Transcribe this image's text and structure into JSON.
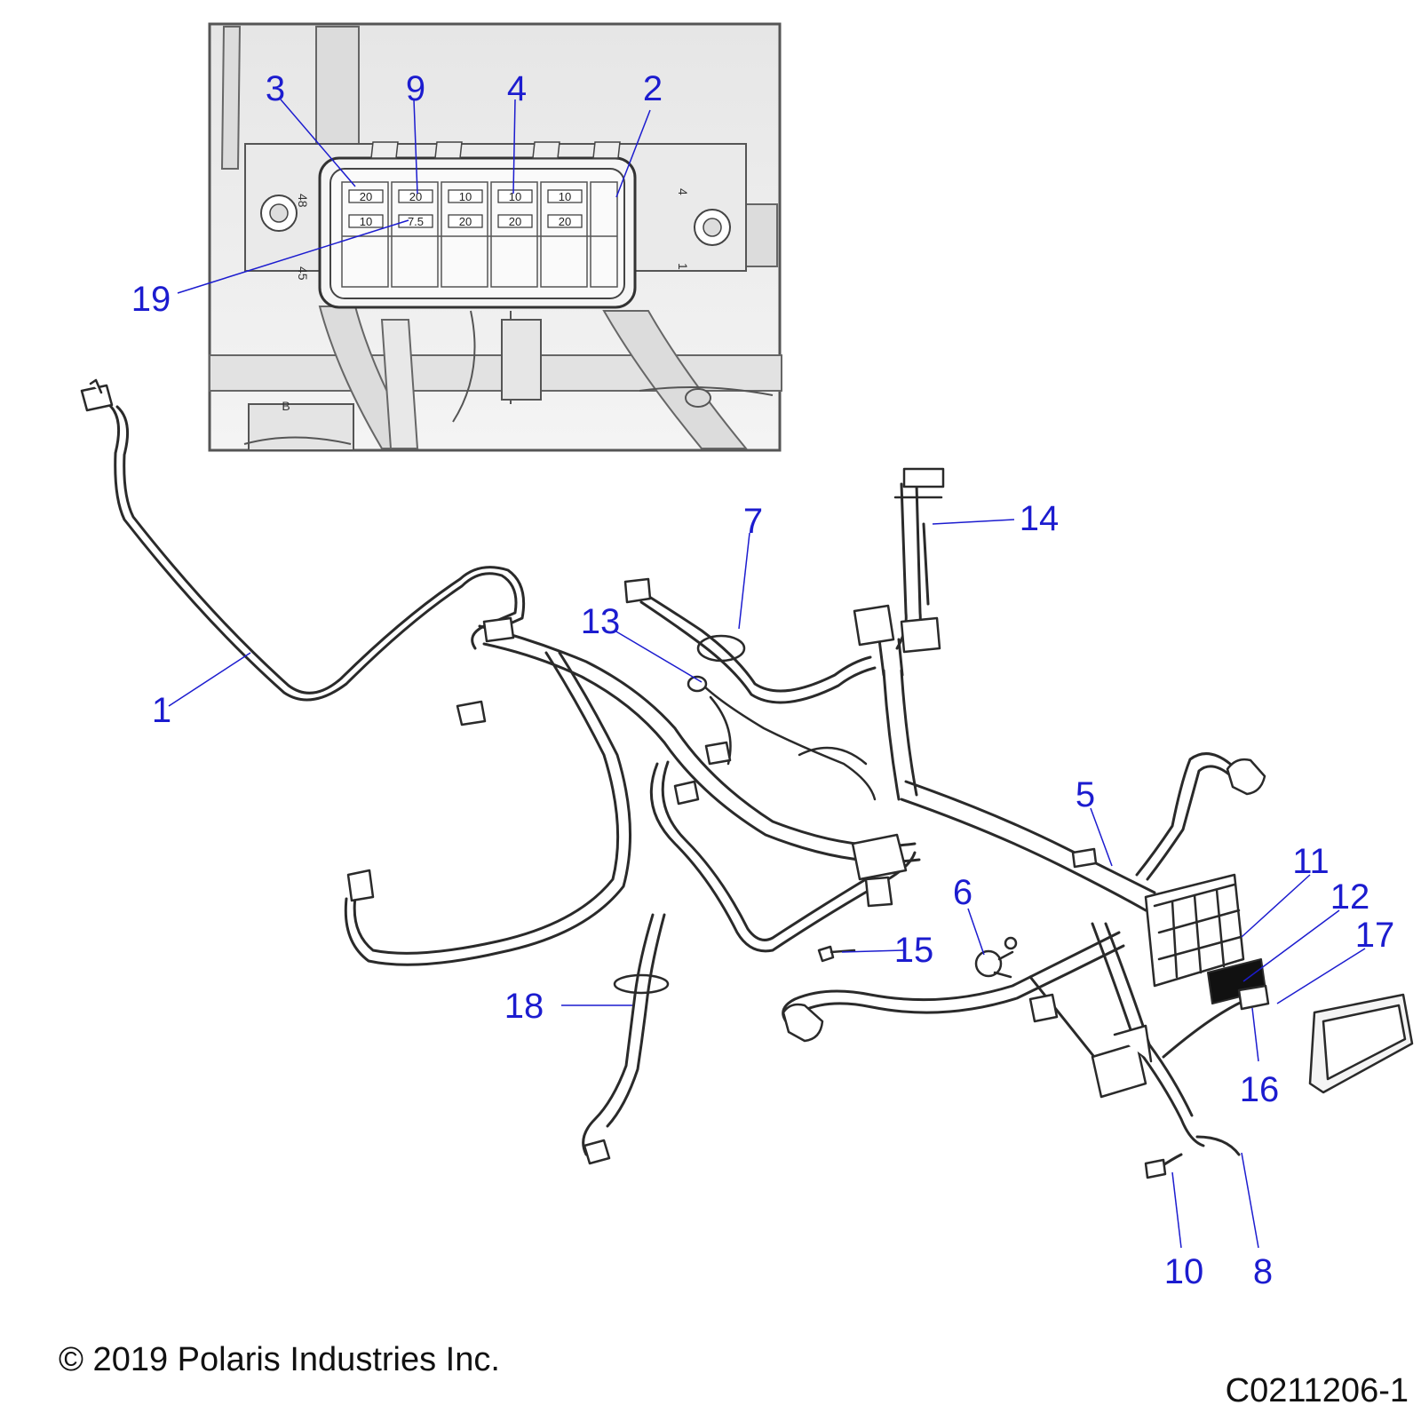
{
  "callouts": [
    {
      "label": "1"
    },
    {
      "label": "2"
    },
    {
      "label": "3"
    },
    {
      "label": "4"
    },
    {
      "label": "5"
    },
    {
      "label": "6"
    },
    {
      "label": "7"
    },
    {
      "label": "8"
    },
    {
      "label": "9"
    },
    {
      "label": "10"
    },
    {
      "label": "11"
    },
    {
      "label": "12"
    },
    {
      "label": "13"
    },
    {
      "label": "14"
    },
    {
      "label": "15"
    },
    {
      "label": "16"
    },
    {
      "label": "17"
    },
    {
      "label": "18"
    },
    {
      "label": "19"
    }
  ],
  "fuse_box": {
    "top_row": [
      "20",
      "20",
      "10",
      "10",
      "10"
    ],
    "bottom_row": [
      "10",
      "7.5",
      "20",
      "20",
      "20"
    ],
    "pin_labels": {
      "top_left": "48",
      "bottom_left": "45",
      "top_right": "4",
      "bottom_right": "1"
    },
    "panel_letter": "B"
  },
  "footer": {
    "copyright": "© 2019 Polaris Industries Inc.",
    "drawing_id": "C0211206-1"
  },
  "colors": {
    "callout": "#1c1ccf",
    "line": "#2a2a2a",
    "inset_bg": "#ececec"
  }
}
